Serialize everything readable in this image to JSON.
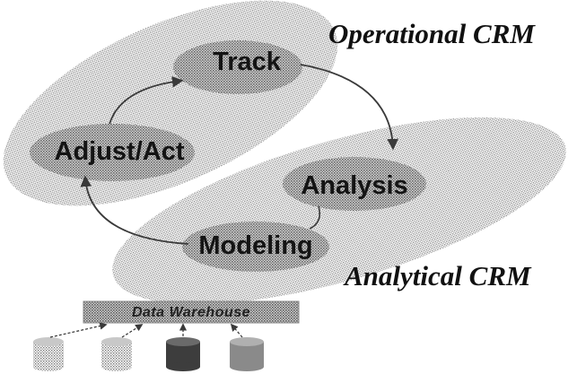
{
  "titles": {
    "operational": "Operational CRM",
    "analytical": "Analytical CRM"
  },
  "nodes": {
    "track": "Track",
    "analysis": "Analysis",
    "modeling": "Modeling",
    "adjust": "Adjust/Act"
  },
  "data_warehouse": {
    "label": "Data Warehouse",
    "source_count": 4
  },
  "cycle": [
    "Track",
    "Analysis",
    "Modeling",
    "Adjust/Act"
  ]
}
